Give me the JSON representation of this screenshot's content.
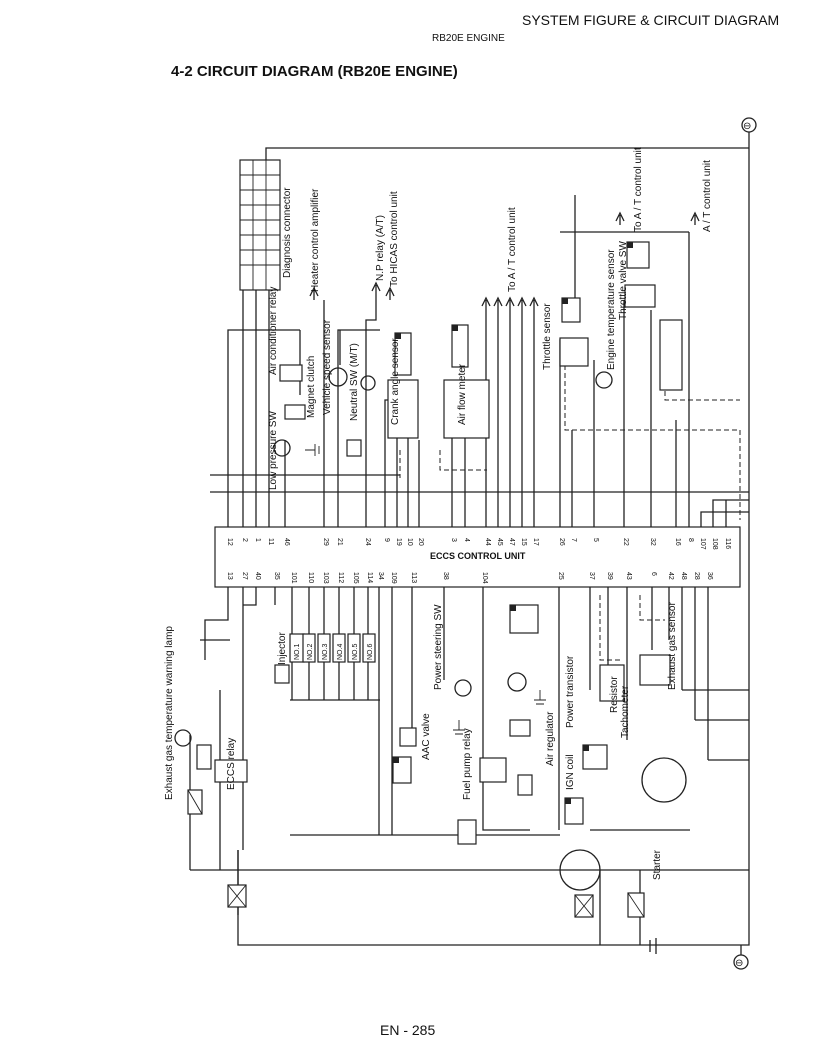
{
  "header": {
    "title": "SYSTEM FIGURE & CIRCUIT DIAGRAM",
    "subtitle": "RB20E ENGINE"
  },
  "section_title": "4-2  CIRCUIT DIAGRAM (RB20E ENGINE)",
  "page_number": "EN - 285",
  "diagram": {
    "control_unit_label": "ECCS CONTROL UNIT",
    "pins_top_row": [
      "12",
      "2",
      "1",
      "11",
      "46",
      "29",
      "21",
      "24",
      "9",
      "19",
      "10",
      "20",
      "3",
      "4",
      "44",
      "45",
      "47",
      "15",
      "17",
      "26",
      "7",
      "5",
      "22",
      "32",
      "16",
      "8",
      "107",
      "108",
      "116"
    ],
    "pins_bottom_row": [
      "13",
      "27",
      "40",
      "35",
      "101",
      "110",
      "103",
      "112",
      "105",
      "114",
      "34",
      "109",
      "113",
      "38",
      "104",
      "25",
      "37",
      "39",
      "43",
      "6",
      "42",
      "48",
      "28",
      "36"
    ],
    "components_left": [
      "Exhaust gas temperature warning lamp",
      "ECCS relay",
      "Injector",
      "AAC valve",
      "Power steering SW",
      "Fuel pump relay",
      "Air regulator",
      "IGN coil",
      "Power transistor",
      "Resistor",
      "Tachometer",
      "Exhaust gas sensor",
      "Starter"
    ],
    "components_right": [
      "Low pressure SW",
      "Air conditioner relay",
      "Magnet clutch",
      "Heater control amplifier",
      "Vehicle speed sensor",
      "Neutral SW (M/T)",
      "N.P relay (A/T)",
      "To HICAS control unit",
      "Crank angle sensor",
      "Air flow meter",
      "To A / T control unit",
      "Throttle sensor",
      "Engine temperature sensor",
      "Throttle valve SW",
      "To A / T control unit",
      "A / T control unit",
      "Diagnosis connector"
    ],
    "injector_labels": [
      "NO.1",
      "NO.2",
      "NO.3",
      "NO.4",
      "NO.5",
      "NO.6"
    ],
    "ground_symbol": "⊖"
  }
}
